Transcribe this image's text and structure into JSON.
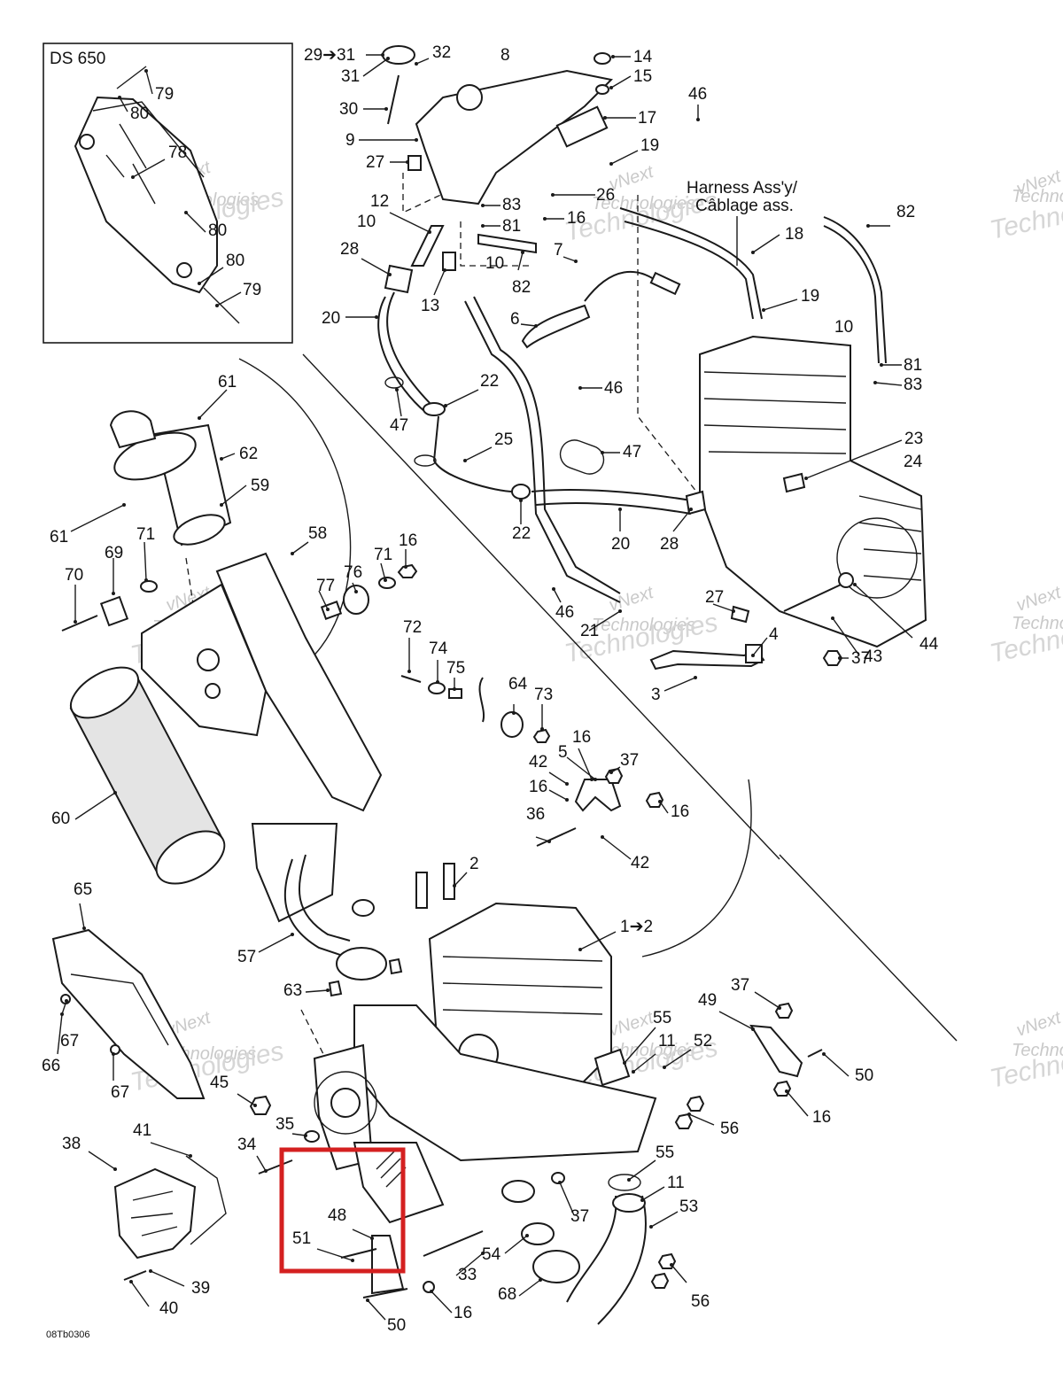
{
  "inset": {
    "title": "DS 650"
  },
  "notes": {
    "harness_line1": "Harness Ass'y/",
    "harness_line2": "Câblage ass."
  },
  "drawing_code": "08Tb0306",
  "watermark": {
    "line1": "vNext",
    "line2": "Technologies",
    "big": "Technologies"
  },
  "highlight": {
    "color": "#d42020",
    "label": "highlighted-region"
  },
  "callouts": [
    "29➔31",
    "31",
    "32",
    "8",
    "14",
    "15",
    "30",
    "17",
    "9",
    "46",
    "19",
    "27",
    "83",
    "26",
    "81",
    "16",
    "12",
    "10",
    "10",
    "7",
    "28",
    "13",
    "82",
    "18",
    "82",
    "6",
    "19",
    "20",
    "10",
    "81",
    "83",
    "22",
    "46",
    "47",
    "25",
    "47",
    "23",
    "24",
    "22",
    "20",
    "28",
    "61",
    "62",
    "59",
    "61",
    "58",
    "71",
    "16",
    "69",
    "70",
    "77",
    "76",
    "71",
    "27",
    "4",
    "46",
    "21",
    "44",
    "43",
    "37",
    "3",
    "72",
    "74",
    "75",
    "64",
    "73",
    "16",
    "5",
    "37",
    "42",
    "16",
    "16",
    "36",
    "42",
    "60",
    "2",
    "65",
    "1➔2",
    "57",
    "63",
    "37",
    "49",
    "55",
    "11",
    "52",
    "50",
    "16",
    "67",
    "66",
    "67",
    "45",
    "56",
    "35",
    "34",
    "38",
    "41",
    "55",
    "11",
    "53",
    "48",
    "51",
    "54",
    "37",
    "33",
    "68",
    "56",
    "39",
    "40",
    "16",
    "50",
    "80",
    "79",
    "78",
    "80",
    "80",
    "79"
  ]
}
